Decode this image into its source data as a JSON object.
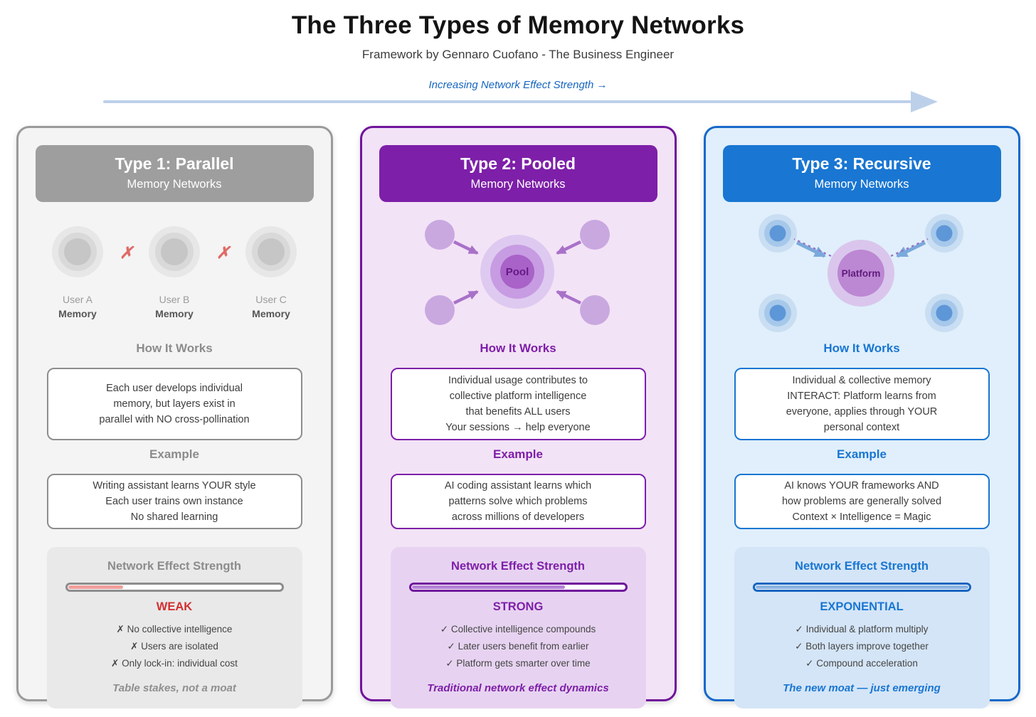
{
  "page": {
    "title": "The Three Types of Memory Networks",
    "subtitle": "Framework by Gennaro Cuofano - The Business Engineer",
    "axis_label": "Increasing Network Effect Strength →",
    "axis_color": "#bcd0ea"
  },
  "columns": [
    {
      "id": "parallel",
      "accent": "#9e9e9e",
      "header": {
        "title": "Type 1: Parallel",
        "subtitle": "Memory Networks"
      },
      "diagram": {
        "no_link_mark": "✗",
        "users": [
          {
            "name": "User A",
            "label": "Memory"
          },
          {
            "name": "User B",
            "label": "Memory"
          },
          {
            "name": "User C",
            "label": "Memory"
          }
        ]
      },
      "how_label": "How It Works",
      "how_lines": [
        "Each user develops individual",
        "memory, but layers exist in",
        "parallel with NO cross-pollination"
      ],
      "example_label": "Example",
      "example_lines": [
        "Writing assistant learns YOUR style",
        "Each user trains own instance",
        "No shared learning"
      ],
      "network": {
        "label": "Network Effect Strength",
        "strength_pct": 26,
        "bar_fill": "#f0a09d",
        "status": "WEAK",
        "status_color": "#d32f2f",
        "points": [
          "✗ No collective intelligence",
          "✗ Users are isolated",
          "✗ Only lock-in: individual cost"
        ],
        "summary": "Table stakes, not a moat"
      }
    },
    {
      "id": "pooled",
      "accent": "#7d1fa8",
      "header": {
        "title": "Type 2: Pooled",
        "subtitle": "Memory Networks"
      },
      "diagram": {
        "center_label": "Pool"
      },
      "how_label": "How It Works",
      "how_lines": [
        "Individual usage contributes to",
        "collective platform intelligence",
        "that benefits ALL users",
        "Your sessions → help everyone"
      ],
      "example_label": "Example",
      "example_lines": [
        "AI coding assistant learns which",
        "patterns solve which problems",
        "across millions of developers"
      ],
      "network": {
        "label": "Network Effect Strength",
        "strength_pct": 72,
        "bar_fill": "#b583d6",
        "status": "STRONG",
        "status_color": "#7d1fa8",
        "points": [
          "✓ Collective intelligence compounds",
          "✓ Later users benefit from earlier",
          "✓ Platform gets smarter over time"
        ],
        "summary": "Traditional network effect dynamics"
      }
    },
    {
      "id": "recursive",
      "accent": "#1976d2",
      "header": {
        "title": "Type 3: Recursive",
        "subtitle": "Memory Networks"
      },
      "diagram": {
        "center_label": "Platform"
      },
      "how_label": "How It Works",
      "how_lines": [
        "Individual & collective memory",
        "INTERACT: Platform learns from",
        "everyone, applies through YOUR",
        "personal context"
      ],
      "example_label": "Example",
      "example_lines": [
        "AI knows YOUR frameworks AND",
        "how problems are generally solved",
        "Context × Intelligence = Magic"
      ],
      "network": {
        "label": "Network Effect Strength",
        "strength_pct": 100,
        "bar_fill": "#8cb4e2",
        "status": "EXPONENTIAL",
        "status_color": "#1976d2",
        "points": [
          "✓ Individual & platform multiply",
          "✓ Both layers improve together",
          "✓ Compound acceleration"
        ],
        "summary": "The new moat — just emerging"
      }
    }
  ]
}
